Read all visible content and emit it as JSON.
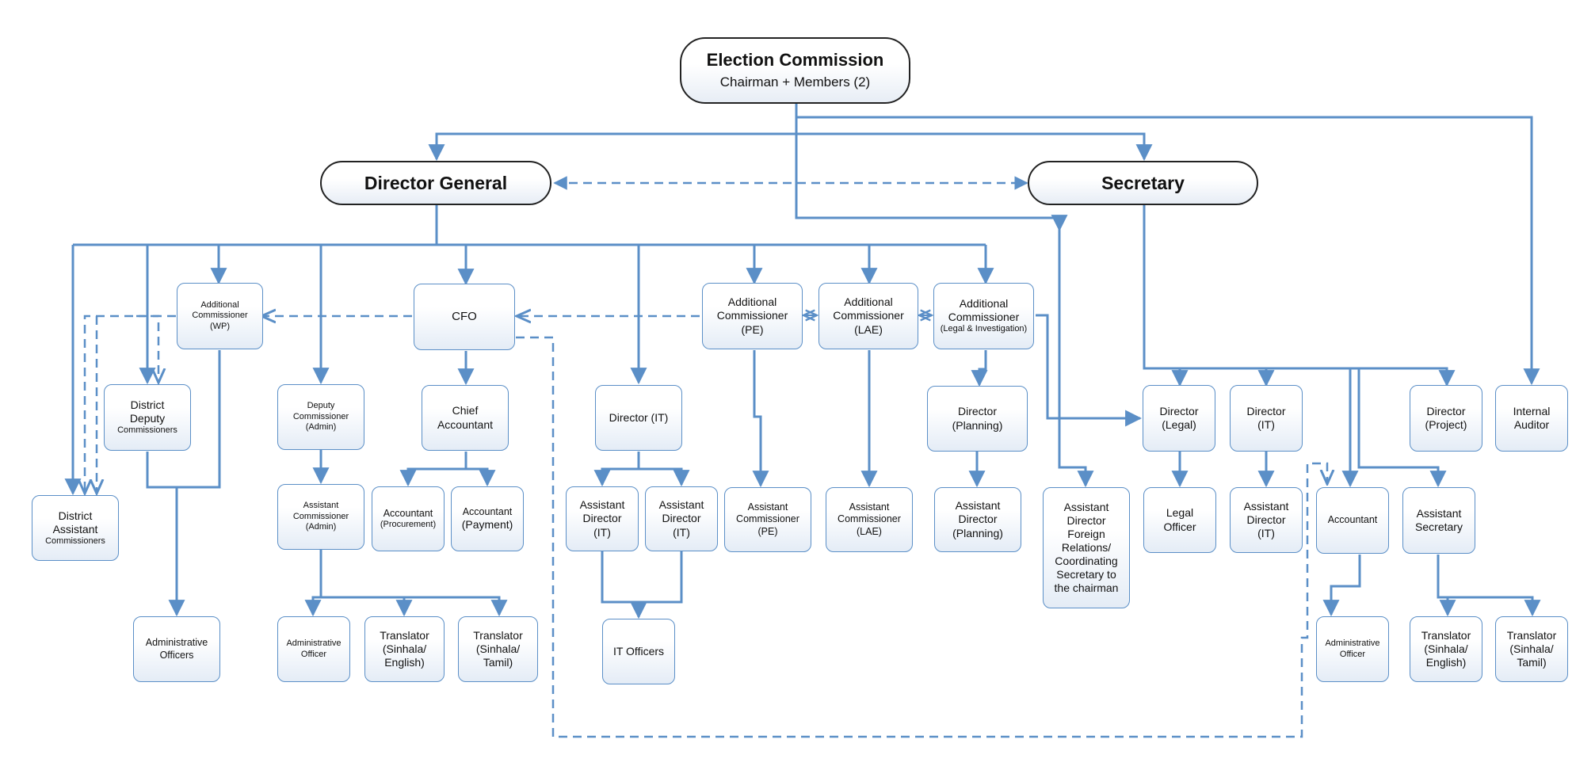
{
  "top": {
    "title": "Election Commission",
    "subtitle": "Chairman + Members (2)"
  },
  "director_general": "Director General",
  "secretary": "Secretary",
  "addl_comm_wp": {
    "l1": "Additional",
    "l2": "Commissioner",
    "l3": "(WP)"
  },
  "cfo": "CFO",
  "addl_comm_pe": {
    "l1": "Additional",
    "l2": "Commissioner",
    "l3": "(PE)"
  },
  "addl_comm_lae": {
    "l1": "Additional",
    "l2": "Commissioner",
    "l3": "(LAE)"
  },
  "addl_comm_legal": {
    "l1": "Additional",
    "l2": "Commissioner",
    "l3": "(Legal & Investigation)"
  },
  "district_deputy": {
    "l1": "District",
    "l2": "Deputy",
    "l3": "Commissioners"
  },
  "district_assistant": {
    "l1": "District",
    "l2": "Assistant",
    "l3": "Commissioners"
  },
  "deputy_comm_admin": {
    "l1": "Deputy",
    "l2": "Commissioner",
    "l3": "(Admin)"
  },
  "chief_accountant": {
    "l1": "Chief",
    "l2": "Accountant"
  },
  "director_it_dg": "Director (IT)",
  "director_planning": {
    "l1": "Director",
    "l2": "(Planning)"
  },
  "asst_dir_foreign": {
    "l1": "Assistant",
    "l2": "Director",
    "l3": "Foreign",
    "l4": "Relations/",
    "l5": "Coordinating",
    "l6": "Secretary to",
    "l7": "the chairman"
  },
  "director_legal": {
    "l1": "Director",
    "l2": "(Legal)"
  },
  "director_it_sec": {
    "l1": "Director",
    "l2": "(IT)"
  },
  "director_project": {
    "l1": "Director",
    "l2": "(Project)"
  },
  "internal_auditor": {
    "l1": "Internal",
    "l2": "Auditor"
  },
  "asst_comm_admin": {
    "l1": "Assistant",
    "l2": "Commissioner",
    "l3": "(Admin)"
  },
  "accountant_proc": {
    "l1": "Accountant",
    "l2": "(Procurement)"
  },
  "accountant_pay": {
    "l1": "Accountant",
    "l2": "(Payment)"
  },
  "asst_dir_it_1": {
    "l1": "Assistant",
    "l2": "Director",
    "l3": "(IT)"
  },
  "asst_dir_it_2": {
    "l1": "Assistant",
    "l2": "Director",
    "l3": "(IT)"
  },
  "asst_comm_pe": {
    "l1": "Assistant",
    "l2": "Commissioner",
    "l3": "(PE)"
  },
  "asst_comm_lae": {
    "l1": "Assistant",
    "l2": "Commissioner",
    "l3": "(LAE)"
  },
  "asst_dir_planning": {
    "l1": "Assistant",
    "l2": "Director",
    "l3": "(Planning)"
  },
  "legal_officer": {
    "l1": "Legal",
    "l2": "Officer"
  },
  "asst_dir_it_sec": {
    "l1": "Assistant",
    "l2": "Director",
    "l3": "(IT)"
  },
  "accountant_sec": "Accountant",
  "asst_secretary": {
    "l1": "Assistant",
    "l2": "Secretary"
  },
  "admin_officers_dg": {
    "l1": "Administrative",
    "l2": "Officers"
  },
  "admin_officer_dg": {
    "l1": "Administrative",
    "l2": "Officer"
  },
  "translator_se_dg": {
    "l1": "Translator",
    "l2": "(Sinhala/",
    "l3": "English)"
  },
  "translator_st_dg": {
    "l1": "Translator",
    "l2": "(Sinhala/",
    "l3": "Tamil)"
  },
  "it_officers": "IT Officers",
  "admin_officer_sec": {
    "l1": "Administrative",
    "l2": "Officer"
  },
  "translator_se_sec": {
    "l1": "Translator",
    "l2": "(Sinhala/",
    "l3": "English)"
  },
  "translator_st_sec": {
    "l1": "Translator",
    "l2": "(Sinhala/",
    "l3": "Tamil)"
  },
  "colors": {
    "line": "#5b8fc7",
    "border": "#5b8fc7",
    "pill_border": "#222222"
  }
}
